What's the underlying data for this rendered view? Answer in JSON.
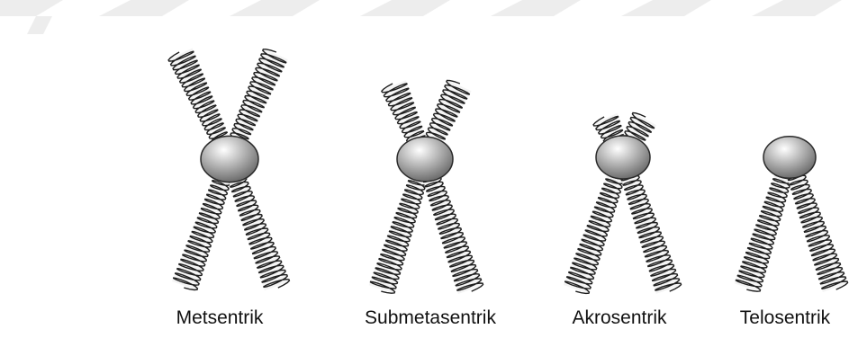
{
  "colors": {
    "banner": "#ededed",
    "coil": "#1e1e1e",
    "coil_fill": "#f4f4f4",
    "centromere_light": "#ffffff",
    "centromere_dark": "#6d6d6d"
  },
  "chromosomes": [
    {
      "label": "Metsentrik"
    },
    {
      "label": "Submetasentrik"
    },
    {
      "label": "Akrosentrik"
    },
    {
      "label": "Telosentrik"
    }
  ]
}
